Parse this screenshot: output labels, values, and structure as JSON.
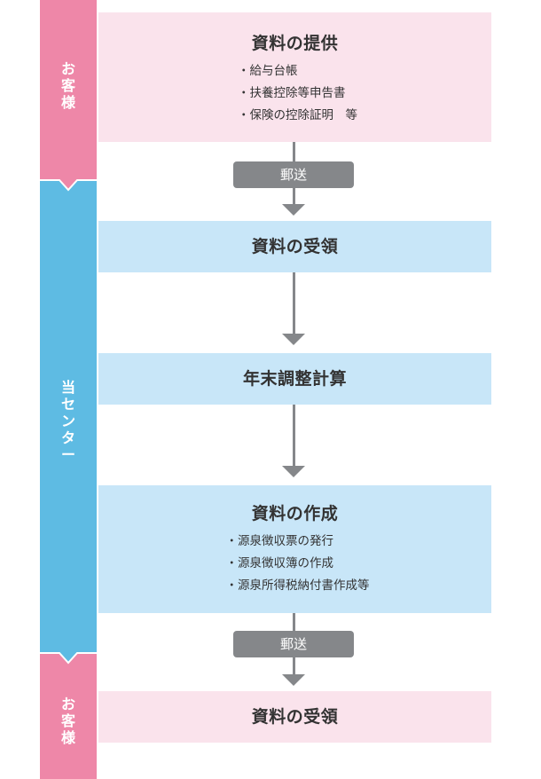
{
  "colors": {
    "customer_lane": "#EE87A8",
    "center_lane": "#5EBBE3",
    "customer_box": "#FAE3EC",
    "center_box": "#C8E6F8",
    "arrow": "#85878A",
    "text": "#333333"
  },
  "lanes": [
    {
      "label_chars": [
        "お",
        "客",
        "様"
      ]
    },
    {
      "label_chars": [
        "当",
        "セ",
        "ン",
        "タ",
        "ー"
      ]
    },
    {
      "label_chars": [
        "お",
        "客",
        "様"
      ]
    }
  ],
  "steps": [
    {
      "title": "資料の提供",
      "items": [
        "給与台帳",
        "扶養控除等申告書",
        "保険の控除証明　等"
      ]
    },
    {
      "title": "資料の受領"
    },
    {
      "title": "年末調整計算"
    },
    {
      "title": "資料の作成",
      "items": [
        "源泉徴収票の発行",
        "源泉徴収簿の作成",
        "源泉所得税納付書作成等"
      ]
    },
    {
      "title": "資料の受領"
    }
  ],
  "transfers": [
    {
      "label": "郵送"
    },
    {
      "label": "郵送"
    }
  ]
}
